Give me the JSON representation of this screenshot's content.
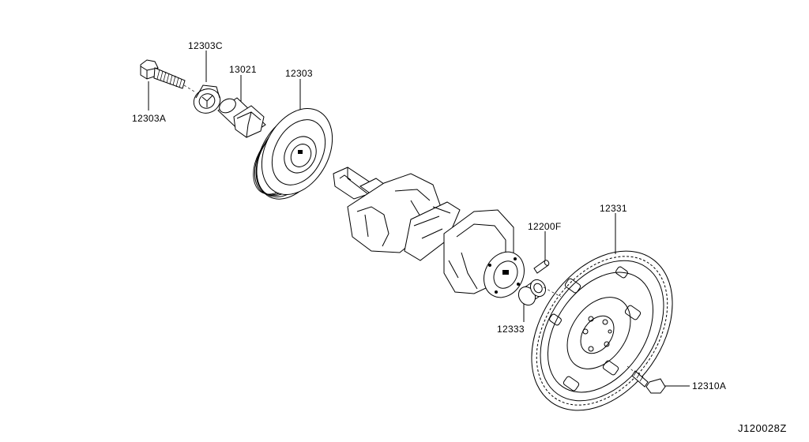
{
  "diagram": {
    "id": "J120028Z",
    "part_labels": {
      "bolt": "12303A",
      "washer": "12303C",
      "key": "13021",
      "pulley": "12303",
      "pin": "12200F",
      "flywheel": "12331",
      "bushing": "12333",
      "flywheel_bolt": "12310A"
    }
  }
}
